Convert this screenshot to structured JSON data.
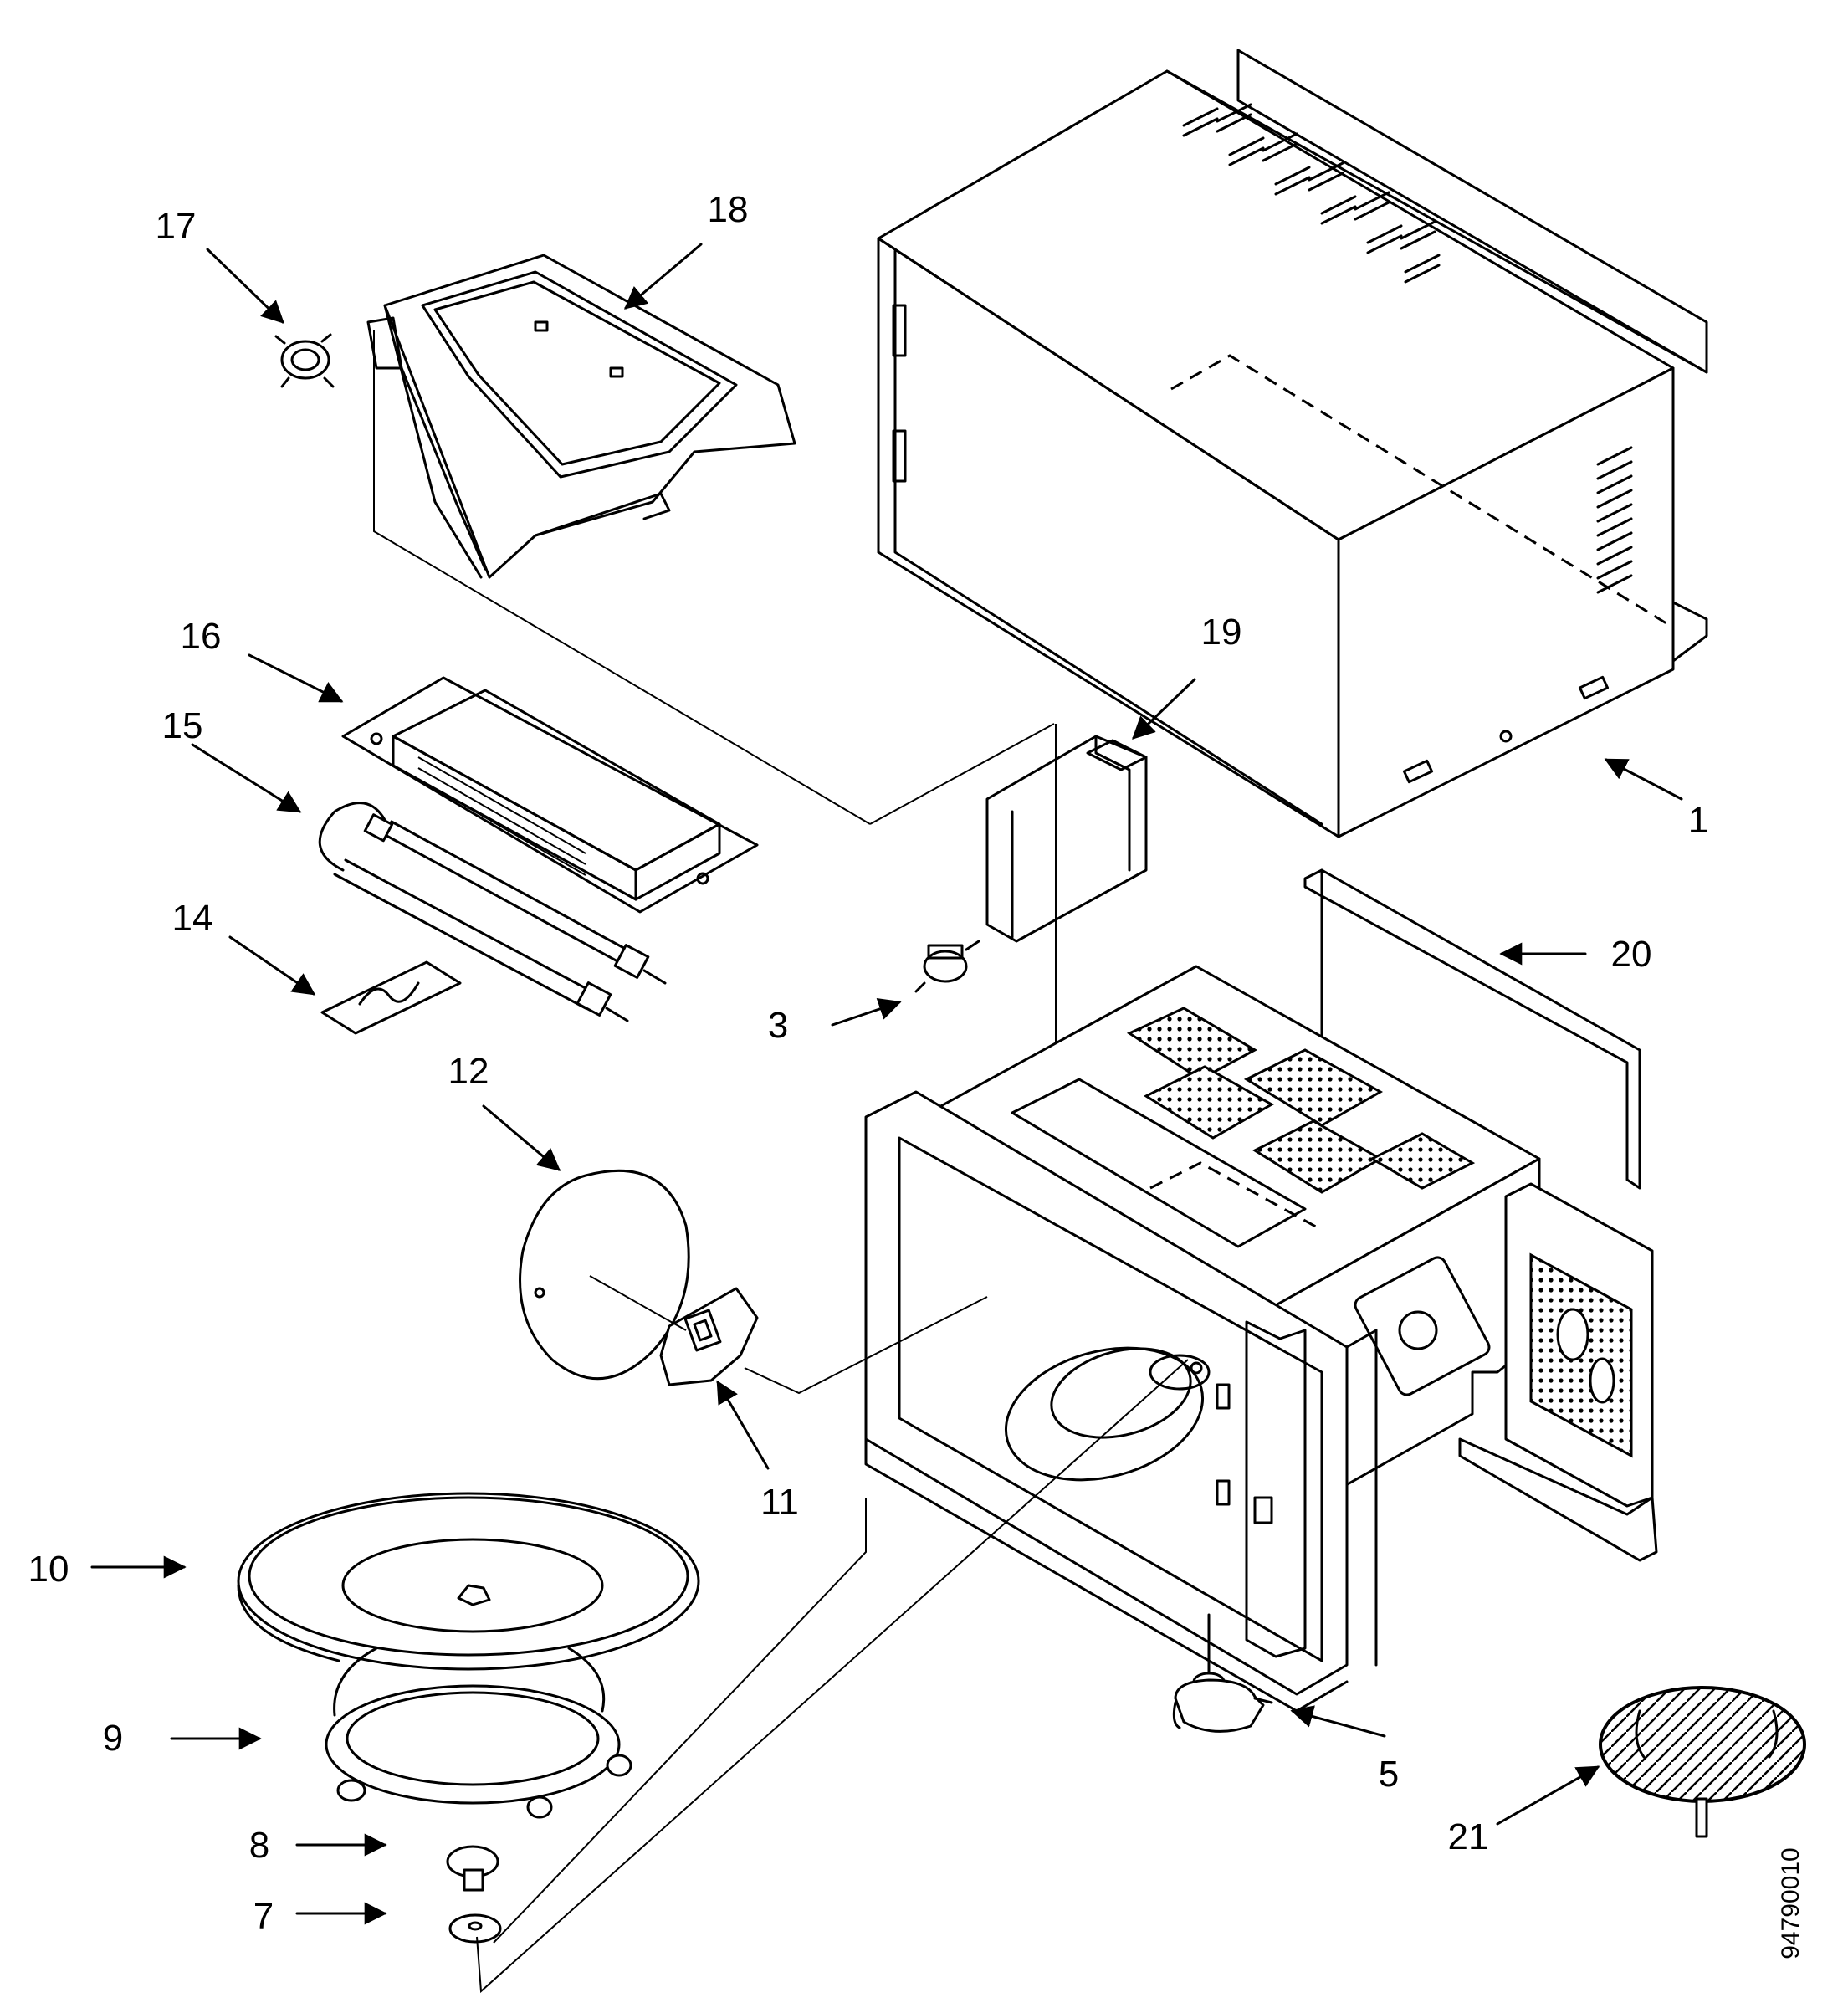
{
  "drawing_code": "94790010",
  "callouts": [
    {
      "id": "c1",
      "label": "1"
    },
    {
      "id": "c3",
      "label": "3"
    },
    {
      "id": "c5",
      "label": "5"
    },
    {
      "id": "c7",
      "label": "7"
    },
    {
      "id": "c8",
      "label": "8"
    },
    {
      "id": "c9",
      "label": "9"
    },
    {
      "id": "c10",
      "label": "10"
    },
    {
      "id": "c11",
      "label": "11"
    },
    {
      "id": "c12",
      "label": "12"
    },
    {
      "id": "c14",
      "label": "14"
    },
    {
      "id": "c15",
      "label": "15"
    },
    {
      "id": "c16",
      "label": "16"
    },
    {
      "id": "c17",
      "label": "17"
    },
    {
      "id": "c18",
      "label": "18"
    },
    {
      "id": "c19",
      "label": "19"
    },
    {
      "id": "c20",
      "label": "20"
    },
    {
      "id": "c21",
      "label": "21"
    }
  ]
}
